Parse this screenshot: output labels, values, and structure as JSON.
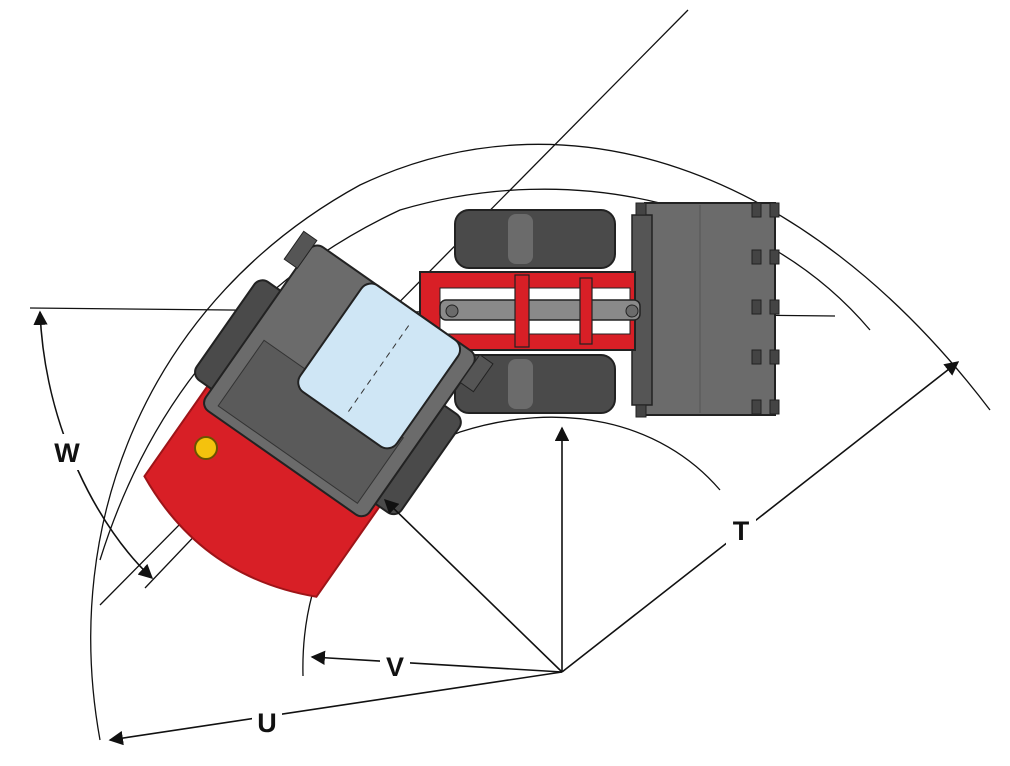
{
  "labels": {
    "t": "T",
    "u": "U",
    "v": "V",
    "w": "W"
  },
  "colors": {
    "body_red": "#d81f26",
    "body_red_dark": "#9e1418",
    "grey_dark": "#4a4a4a",
    "grey_mid": "#6b6b6b",
    "grey_light": "#8a8a8a",
    "glass": "#cfe6f5",
    "beacon": "#f4c20d",
    "line": "#111111"
  },
  "icons": {
    "vehicle": "articulated-wheel-loader-top-view",
    "beacon": "warning-beacon-icon"
  }
}
